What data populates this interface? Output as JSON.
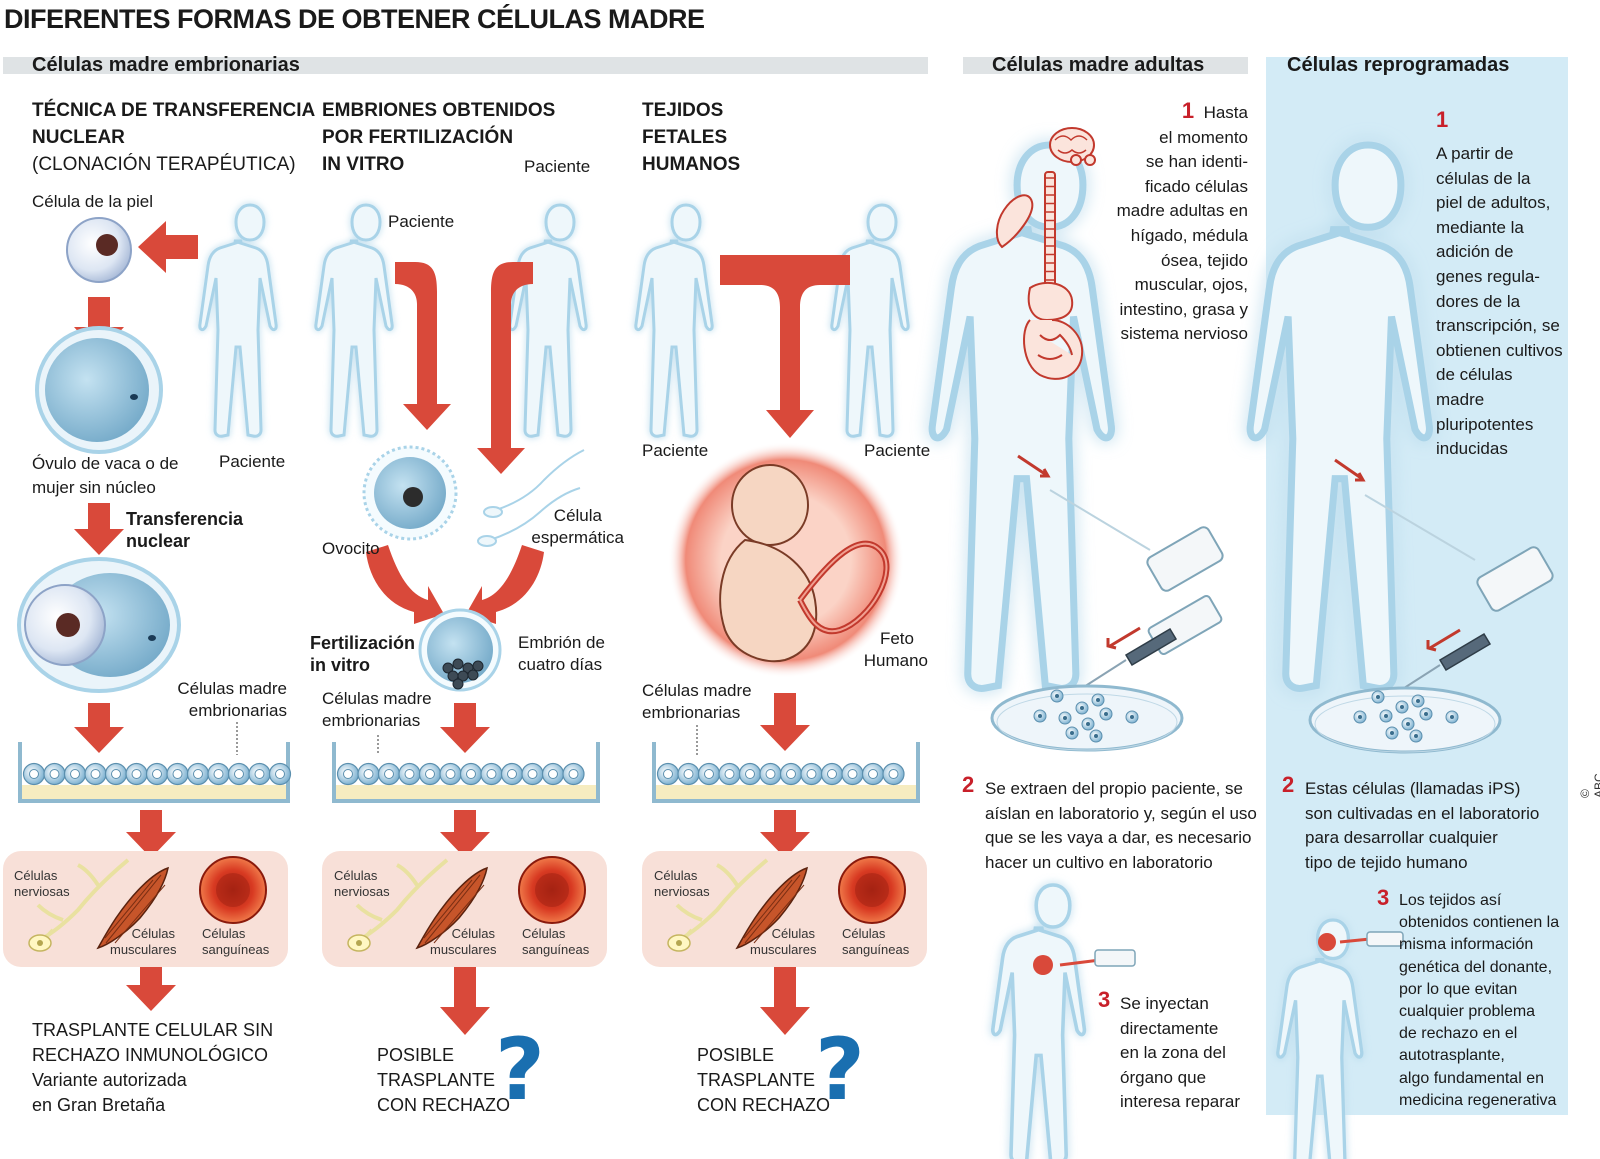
{
  "title": "DIFERENTES FORMAS DE OBTENER CÉLULAS MADRE",
  "sections": {
    "embryonic": "Células  madre embrionarias",
    "adult": "Células madre adultas",
    "reprogrammed": "Células reprogramadas"
  },
  "col1": {
    "heading": [
      "TÉCNICA DE TRANSFERENCIA",
      "NUCLEAR",
      "(CLONACIÓN TERAPÉUTICA)"
    ],
    "skin_cell": "Célula de la piel",
    "patient": "Paciente",
    "ovum": [
      "Óvulo de vaca o de",
      "mujer sin núcleo"
    ],
    "transfer": [
      "Transferencia",
      "nuclear"
    ],
    "stem_cells": [
      "Células madre",
      "embrionarias"
    ],
    "outcome": [
      "TRASPLANTE CELULAR SIN",
      "RECHAZO INMUNOLÓGICO",
      "Variante autorizada",
      "en Gran Bretaña"
    ]
  },
  "col2": {
    "heading": [
      "EMBRIONES OBTENIDOS",
      "POR FERTILIZACIÓN",
      "IN VITRO"
    ],
    "patient_left": "Paciente",
    "patient_right": "Paciente",
    "oocyte": "Ovocito",
    "sperm": [
      "Célula",
      "espermática"
    ],
    "fertilization": [
      "Fertilización",
      "in vitro"
    ],
    "embryo": [
      "Embrión de",
      "cuatro días"
    ],
    "stem_cells": [
      "Células madre",
      "embrionarias"
    ],
    "outcome": [
      "POSIBLE",
      "TRASPLANTE",
      "CON RECHAZO"
    ]
  },
  "col3": {
    "heading": [
      "TEJIDOS",
      "FETALES",
      "HUMANOS"
    ],
    "patient_left": "Paciente",
    "patient_right": "Paciente",
    "fetus": [
      "Feto",
      "Humano"
    ],
    "stem_cells": [
      "Células madre",
      "embrionarias"
    ],
    "outcome": [
      "POSIBLE",
      "TRASPLANTE",
      "CON RECHAZO"
    ]
  },
  "cell_types": {
    "nerve": [
      "Células",
      "nerviosas"
    ],
    "muscle": [
      "Células",
      "musculares"
    ],
    "blood": [
      "Células",
      "sanguíneas"
    ]
  },
  "question_mark": "?",
  "adult": {
    "step1_num": "1",
    "step1": [
      "Hasta",
      "el momento",
      "se  han identi-",
      "ficado células",
      "madre adultas en",
      "hígado, médula",
      "ósea, tejido",
      "muscular, ojos,",
      "intestino, grasa y",
      "sistema nervioso"
    ],
    "step2_num": "2",
    "step2": [
      "Se extraen del propio paciente, se",
      "aíslan en laboratorio y, según el uso",
      "que se les vaya a dar, es necesario",
      "hacer un cultivo en laboratorio"
    ],
    "step3_num": "3",
    "step3": [
      "Se inyectan",
      "directamente",
      "en la zona del",
      "órgano que",
      "interesa reparar"
    ]
  },
  "reprogrammed": {
    "step1_num": "1",
    "step1": [
      "A partir de",
      "células de la",
      "piel de adultos,",
      "mediante la",
      "adición de",
      "genes regula-",
      "dores de la",
      "transcripción, se",
      "obtienen cultivos",
      "de células",
      "madre",
      "pluripotentes",
      "inducidas"
    ],
    "step2_num": "2",
    "step2": [
      "Estas células (llamadas iPS)",
      "son cultivadas en el laboratorio",
      "para desarrollar cualquier",
      "tipo de tejido humano"
    ],
    "step3_num": "3",
    "step3": [
      "Los tejidos así",
      "obtenidos contienen la",
      "misma información",
      "genética del donante,",
      "por lo que evitan",
      "cualquier problema",
      "de rechazo en el",
      "autotrasplante,",
      "algo fundamental en",
      "medicina regenerativa"
    ]
  },
  "credit": "© ABC",
  "colors": {
    "arrow": "#d9493a",
    "silhouette_fill": "#eef7fb",
    "silhouette_glow": "#a9d3e8",
    "section_bar": "#dfe3e5",
    "reprog_bg": "#d3ebf6",
    "cells_panel": "#f8e0d8",
    "cell_blue": "#a8d0e6",
    "nucleus": "#5a2a24"
  }
}
